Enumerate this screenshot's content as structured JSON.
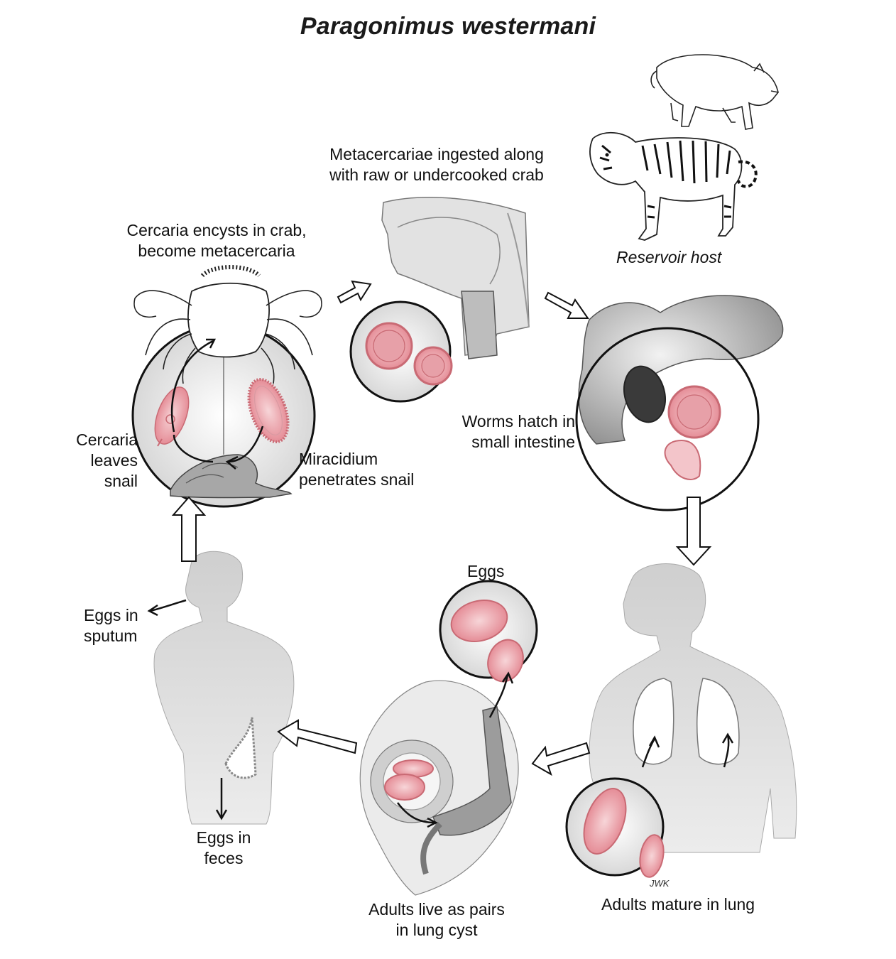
{
  "title": "Paragonimus westermani",
  "labels": {
    "reservoir_host": "Reservoir host",
    "metacercariae_ingested": [
      "Metacercariae ingested along",
      "with raw or undercooked crab"
    ],
    "cercaria_encysts": [
      "Cercaria encysts in crab,",
      "become metacercaria"
    ],
    "cercaria_leaves": [
      "Cercaria",
      "leaves",
      "snail"
    ],
    "miracidium": [
      "Miracidium",
      "penetrates snail"
    ],
    "worms_hatch": [
      "Worms hatch in",
      "small intestine"
    ],
    "eggs": "Eggs",
    "eggs_sputum": [
      "Eggs in",
      "sputum"
    ],
    "eggs_feces": [
      "Eggs in",
      "feces"
    ],
    "adults_pairs": [
      "Adults live as pairs",
      "in lung cyst"
    ],
    "adults_mature": "Adults mature in lung",
    "signature": "JWK"
  },
  "colors": {
    "background": "#ffffff",
    "silhouette": "#c4c4c4",
    "tissue": "#e9e9e9",
    "parasite_fill": "#f3b9bf",
    "parasite_stroke": "#c96a74",
    "ink": "#1a1a1a",
    "arrow": "#ffffff"
  },
  "icons": [
    "pig-icon",
    "tiger-icon",
    "crab-icon",
    "snail-icon",
    "head-profile-icon",
    "intestine-icon",
    "human-silhouette-icon",
    "lung-cyst-icon",
    "bronchus-icon"
  ]
}
